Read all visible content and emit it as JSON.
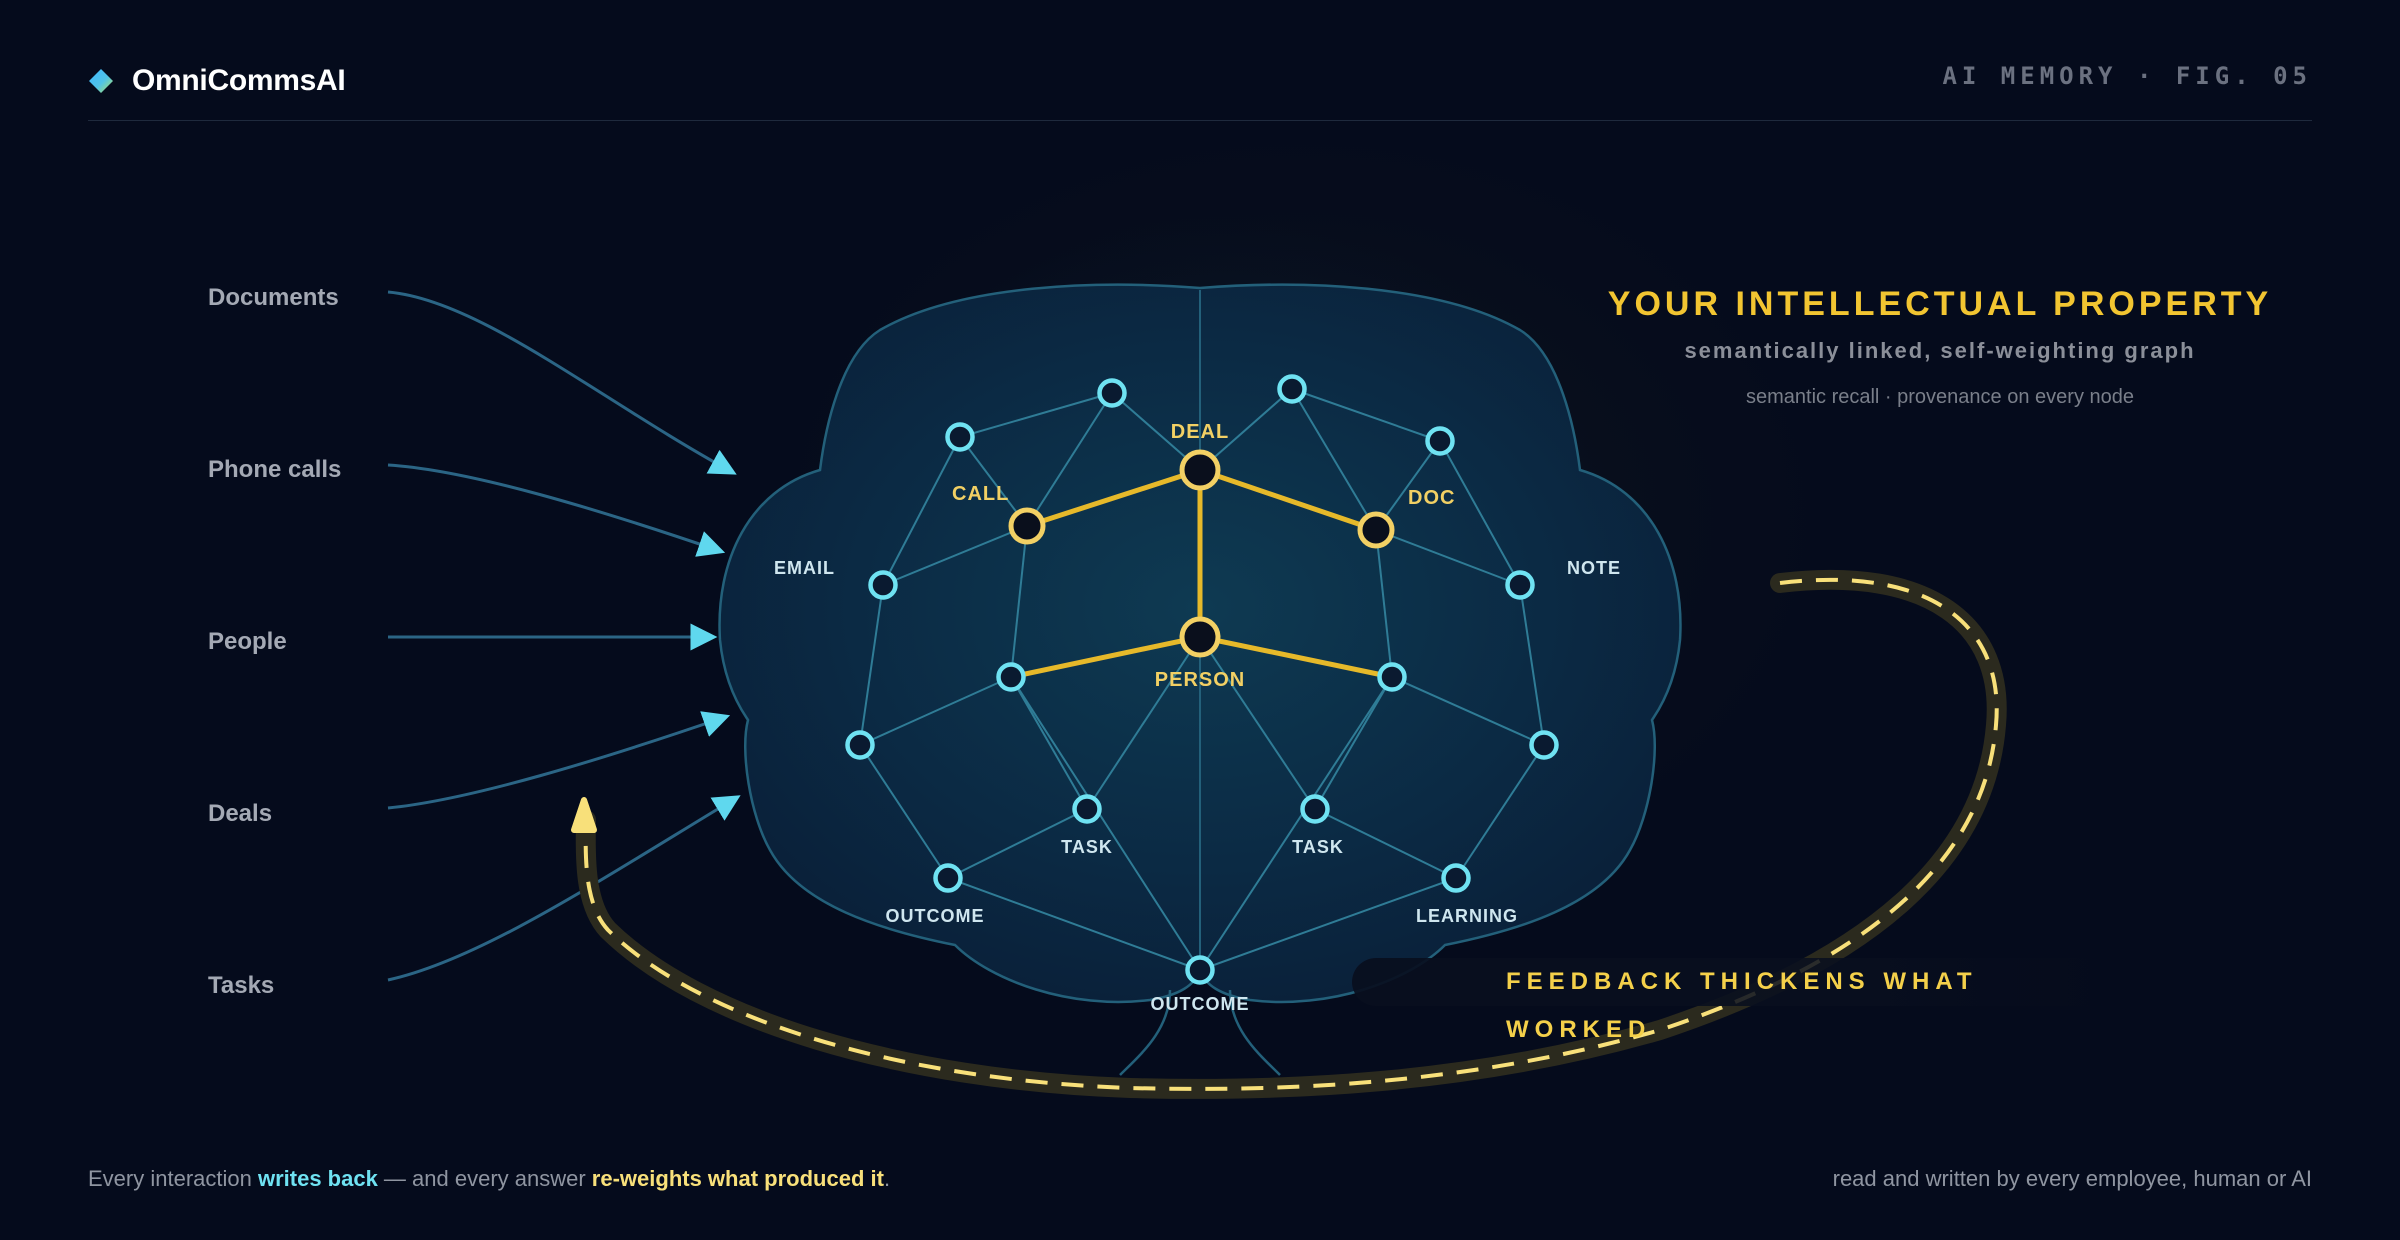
{
  "header": {
    "brand": "OmniCommsAI",
    "logo_icon": "diamond-logo-icon",
    "fig_label": "AI MEMORY · FIG. 05"
  },
  "sources": [
    "Documents",
    "Phone calls",
    "People",
    "Deals",
    "Tasks"
  ],
  "graph": {
    "highlight_labels": {
      "deal": "DEAL",
      "call": "CALL",
      "doc": "DOC",
      "person": "PERSON"
    },
    "node_labels": {
      "email": "EMAIL",
      "note": "NOTE",
      "task_left": "TASK",
      "task_right": "TASK",
      "outcome_left": "OUTCOME",
      "outcome_center": "OUTCOME",
      "learning": "LEARNING"
    }
  },
  "ip_block": {
    "title": "YOUR INTELLECTUAL PROPERTY",
    "subtitle": "semantically linked, self-weighting graph",
    "caption": "semantic recall · provenance on every node"
  },
  "feedback_label": "FEEDBACK THICKENS WHAT WORKED",
  "footer": {
    "left_part1": "Every interaction ",
    "left_highlight1": "writes back",
    "left_part2": " — and every answer ",
    "left_highlight2": "re-weights what produced it",
    "left_part3": ".",
    "right": "read and written by every employee, human or AI"
  },
  "colors": {
    "background": "#050b1c",
    "accent_yellow": "#f2c531",
    "accent_cyan": "#5fd8ee",
    "edge": "#2f7c96"
  }
}
